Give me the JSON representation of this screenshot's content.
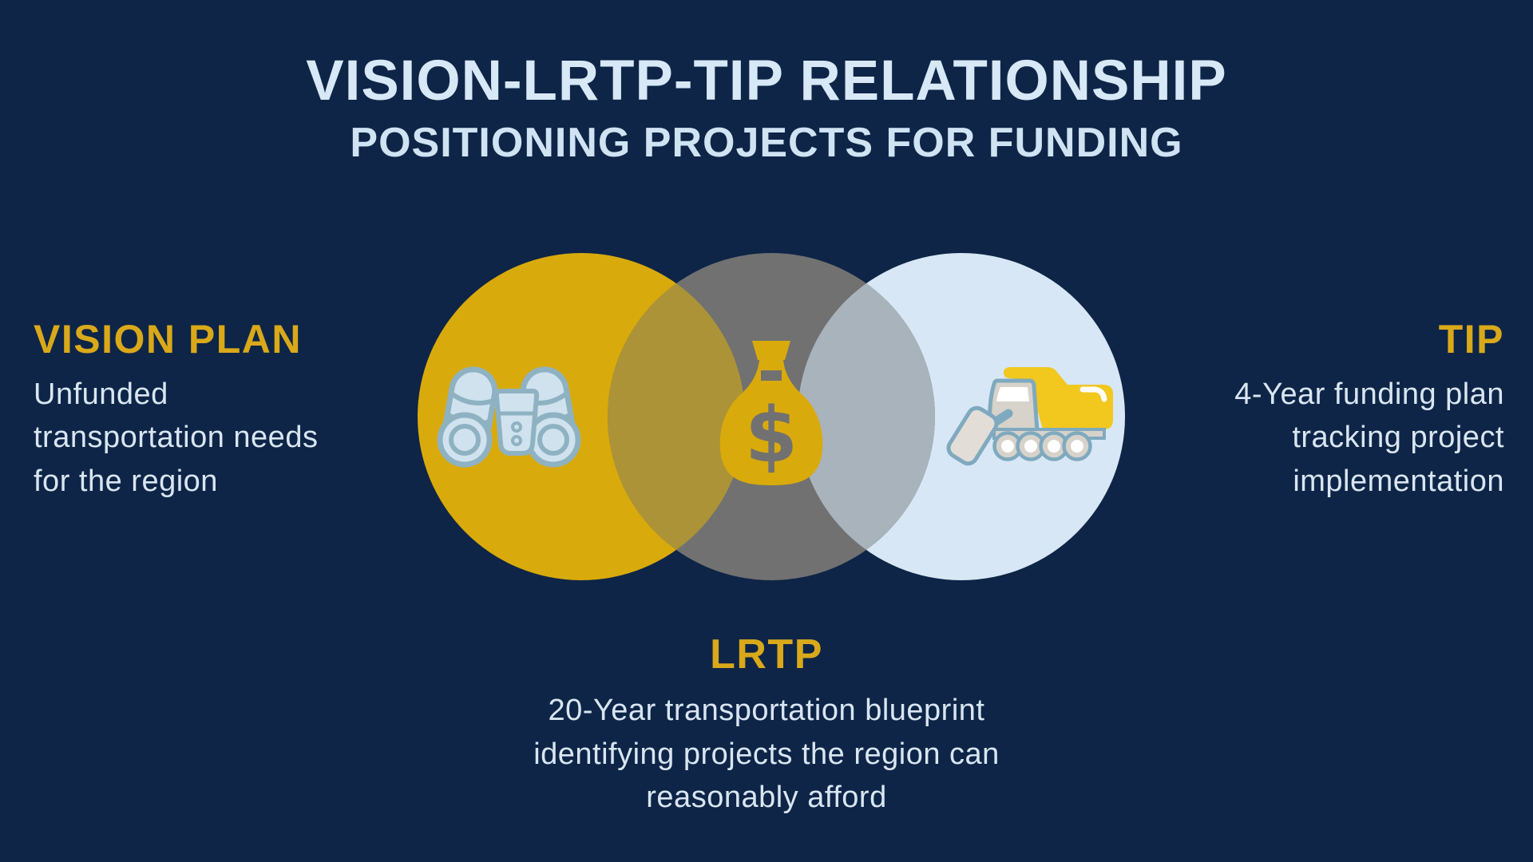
{
  "title": "VISION-LRTP-TIP RELATIONSHIP",
  "subtitle": "POSITIONING PROJECTS FOR FUNDING",
  "sections": {
    "vision": {
      "heading": "VISION PLAN",
      "body": "Unfunded\ntransportation needs\nfor the region"
    },
    "lrtp": {
      "heading": "LRTP",
      "body": "20-Year transportation blueprint\nidentifying projects the region can\nreasonably afford"
    },
    "tip": {
      "heading": "TIP",
      "body": "4-Year funding plan\ntracking project\nimplementation"
    }
  },
  "venn": {
    "money_symbol": "$",
    "circles": [
      {
        "name": "vision",
        "color": "#D9AA0B",
        "icon": "binoculars-icon"
      },
      {
        "name": "lrtp",
        "color": "#717171",
        "icon": "money-bag-icon"
      },
      {
        "name": "tip",
        "color": "#D8E7F5",
        "icon": "dump-truck-icon"
      }
    ],
    "overlap_colors": {
      "vision_lrtp": "#AC9337",
      "lrtp_tip": "#A9B3BC"
    }
  },
  "colors": {
    "background": "#0E2547",
    "title_text": "#D7E8F6",
    "body_text": "#D9E6F2",
    "accent_gold": "#D9A91A",
    "icon_outline_blue": "#7FA9BE",
    "truck_bed_yellow": "#F2C71E"
  }
}
